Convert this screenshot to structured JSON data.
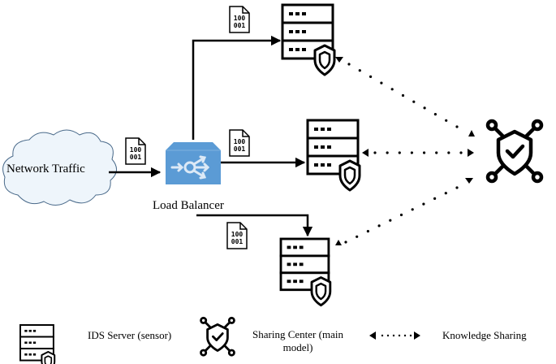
{
  "diagram": {
    "nodes": {
      "network_traffic": {
        "label": "Network Traffic"
      },
      "load_balancer": {
        "label": "Load Balancer",
        "color": "#5B9BD5"
      },
      "ids_servers": [
        {
          "id": "ids-server-top"
        },
        {
          "id": "ids-server-middle"
        },
        {
          "id": "ids-server-bottom"
        }
      ],
      "sharing_center": {
        "id": "sharing-center"
      }
    },
    "packet_icon": {
      "line1": "100",
      "line2": "001"
    },
    "edges": [
      {
        "from": "network_traffic",
        "to": "load_balancer",
        "style": "solid"
      },
      {
        "from": "load_balancer",
        "to": "ids-server-top",
        "style": "solid"
      },
      {
        "from": "load_balancer",
        "to": "ids-server-middle",
        "style": "solid"
      },
      {
        "from": "load_balancer",
        "to": "ids-server-bottom",
        "style": "solid"
      },
      {
        "from": "ids-server-top",
        "to": "sharing-center",
        "style": "dotted-bidirectional"
      },
      {
        "from": "ids-server-middle",
        "to": "sharing-center",
        "style": "dotted-bidirectional"
      },
      {
        "from": "ids-server-bottom",
        "to": "sharing-center",
        "style": "dotted-bidirectional"
      }
    ],
    "legend": {
      "ids_server": "IDS Server (sensor)",
      "sharing_center_line1": "Sharing Center (main",
      "sharing_center_line2": "model)",
      "knowledge_sharing": "Knowledge Sharing"
    }
  }
}
